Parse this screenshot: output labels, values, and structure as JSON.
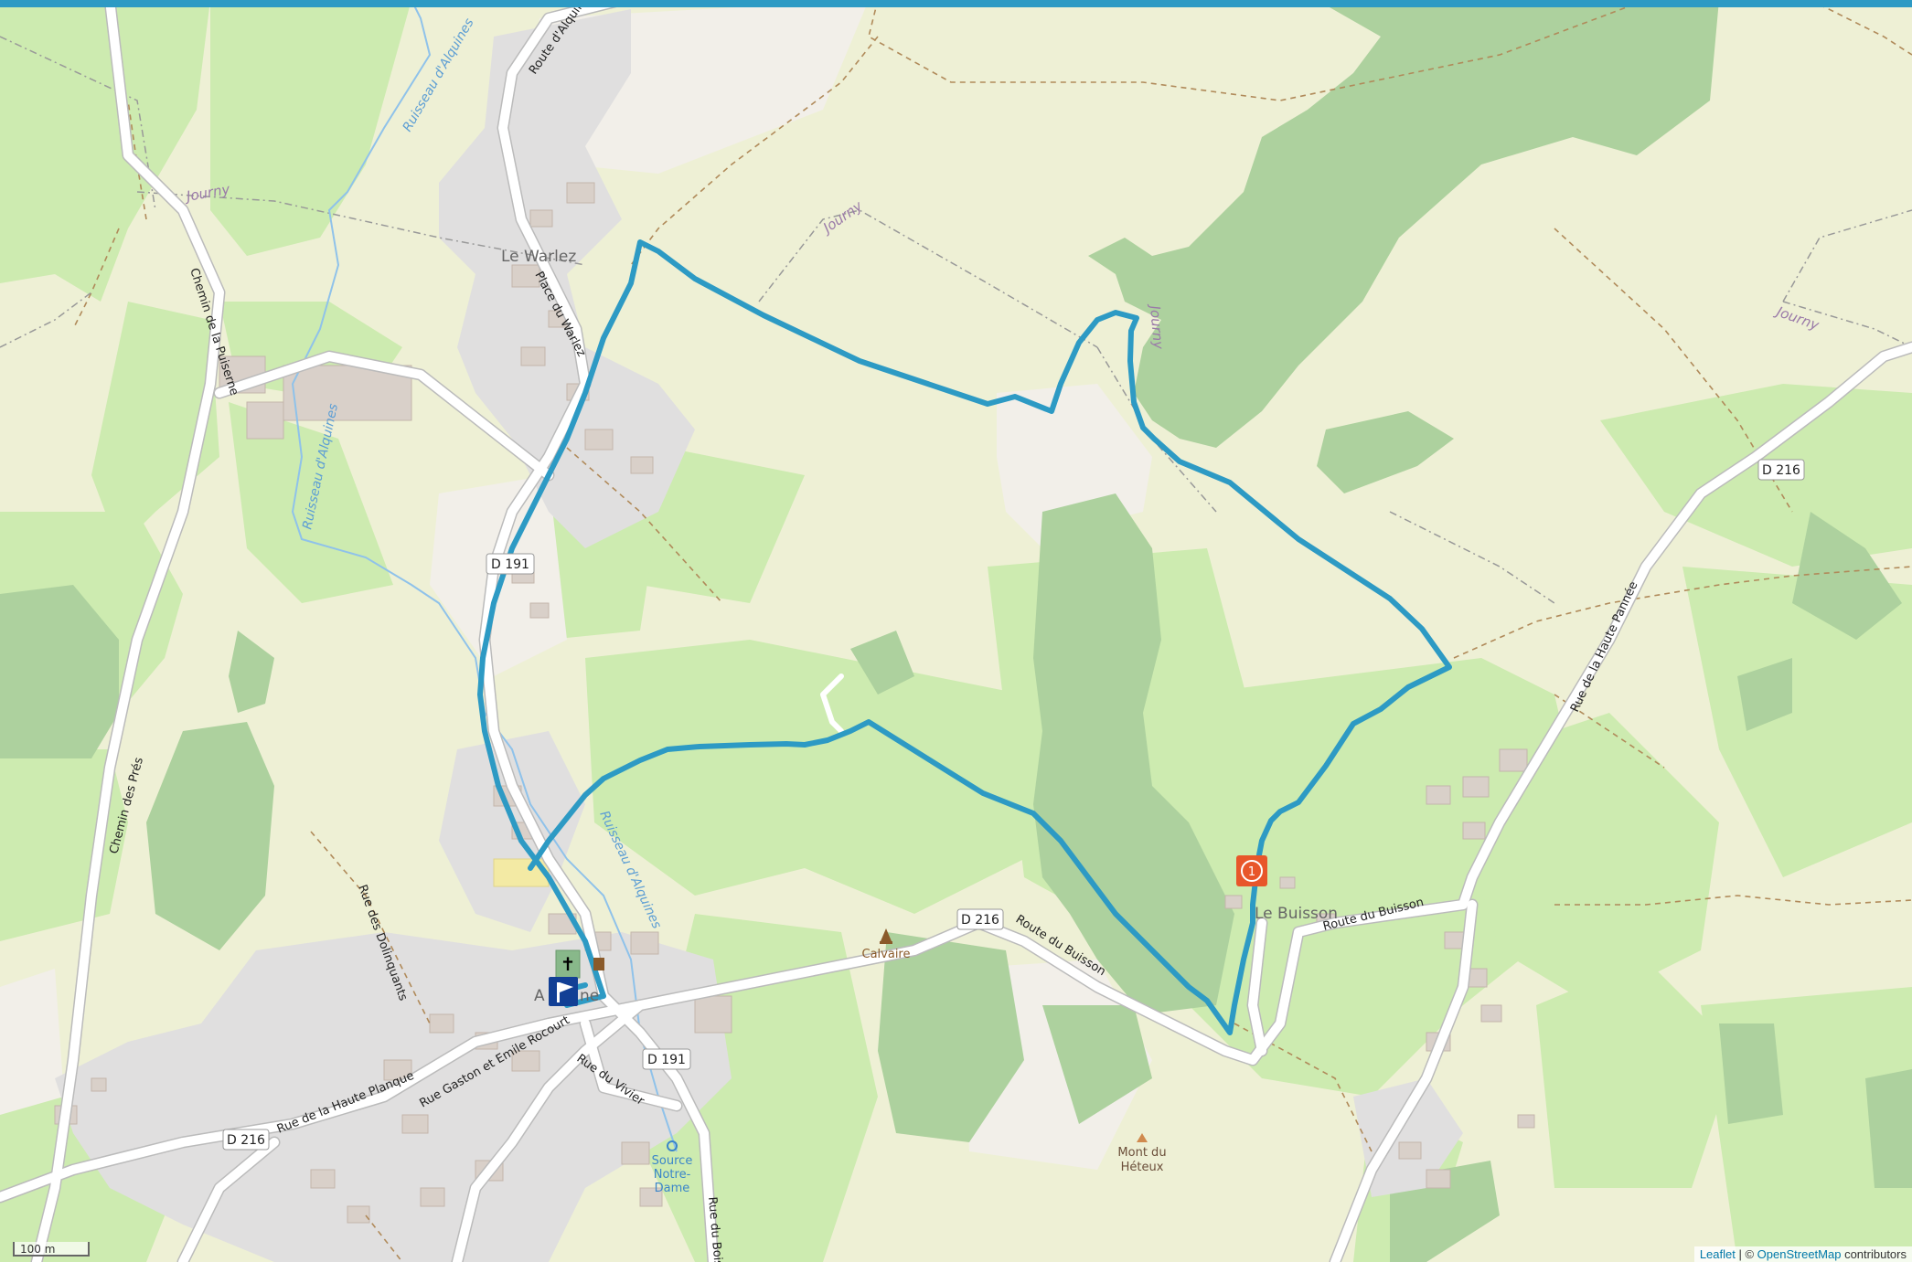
{
  "map": {
    "places": {
      "le_warlez": "Le Warlez",
      "alquines_partial": "A",
      "alquines_tail": "ne",
      "le_buisson": "Le Buisson"
    },
    "roads": {
      "route_alquines": "Route d'Alquines",
      "place_warlez": "Place du Warlez",
      "chemin_puiserne": "Chemin de la Puiserne",
      "chemin_pres": "Chemin des Prés",
      "rue_dolinquants": "Rue des Dolinquants",
      "rue_gaston": "Rue Gaston et Emile Rocourt",
      "rue_haute_planque": "Rue de la Haute Planque",
      "rue_vivier": "Rue du Vivier",
      "rue_bois": "Rue du Bois",
      "route_buisson_1": "Route du Buisson",
      "route_buisson_2": "Route du Buisson",
      "rue_haute_pannee": "Rue de la Haute Pannée"
    },
    "shields": {
      "d191_a": "D 191",
      "d191_b": "D 191",
      "d216_a": "D 216",
      "d216_b": "D 216",
      "d216_c": "D 216"
    },
    "paths": {
      "journy_1": "Journy",
      "journy_2": "Journy",
      "journy_3": "Journy",
      "journy_4": "Journy"
    },
    "water": {
      "ruisseau_1": "Ruisseau d'Alquines",
      "ruisseau_2": "Ruisseau d'Alquines",
      "ruisseau_3": "Ruisseau d'Alquines"
    },
    "poi": {
      "calvaire": "Calvaire",
      "mont_line1": "Mont du",
      "mont_line2": "Héteux",
      "source_line1": "Source",
      "source_line2": "Notre-",
      "source_line3": "Dame"
    },
    "waypoint_number": "1",
    "colors": {
      "route": "#2d9ac4",
      "forest": "#add19e",
      "grass": "#cdebb0",
      "farmland": "#eef0d5",
      "residential": "#e0dfdf",
      "building": "#d9d0c9",
      "waypoint": "#e8562a",
      "start_flag": "#123f95"
    }
  },
  "scale_bar": {
    "label": "100 m"
  },
  "attribution": {
    "leaflet": "Leaflet",
    "separator": " | © ",
    "osm": "OpenStreetMap",
    "suffix": " contributors"
  }
}
